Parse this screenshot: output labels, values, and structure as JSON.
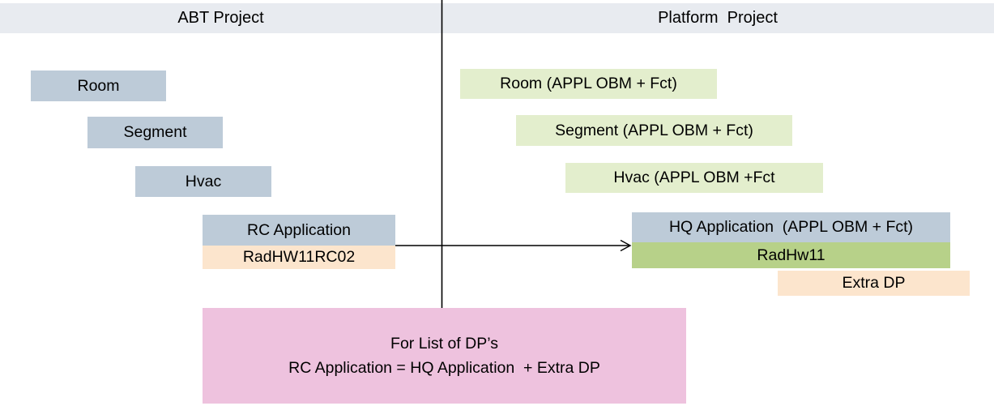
{
  "header": {
    "left_title": "ABT Project",
    "right_title": "Platform  Project"
  },
  "left_column": {
    "boxes": [
      {
        "name": "room",
        "label": "Room",
        "color": "#bdcbd8"
      },
      {
        "name": "segment",
        "label": "Segment",
        "color": "#bdcbd8"
      },
      {
        "name": "hvac",
        "label": "Hvac",
        "color": "#bdcbd8"
      },
      {
        "name": "rc-application",
        "label": "RC Application",
        "color": "#bdcbd8"
      },
      {
        "name": "radhw11rc02",
        "label": "RadHW11RC02",
        "color": "#fce5cd"
      }
    ]
  },
  "right_column": {
    "boxes": [
      {
        "name": "room-appl",
        "label": "Room (APPL OBM + Fct)",
        "color": "#e3eecd"
      },
      {
        "name": "segment-appl",
        "label": "Segment (APPL OBM + Fct)",
        "color": "#e3eecd"
      },
      {
        "name": "hvac-appl",
        "label": "Hvac (APPL OBM +Fct",
        "color": "#e3eecd"
      },
      {
        "name": "hq-application",
        "label": "HQ Application  (APPL OBM + Fct)",
        "color": "#bdcbd8"
      },
      {
        "name": "radhw11",
        "label": "RadHw11",
        "color": "#b7d189"
      },
      {
        "name": "extra-dp",
        "label": "Extra DP",
        "color": "#fce5cd"
      }
    ]
  },
  "note": {
    "line1": "For List of DP’s",
    "line2": "RC Application = HQ Application  + Extra DP",
    "color": "#eec2de"
  },
  "colors": {
    "header_bg": "#e8ebf0",
    "divider_line": "#000000",
    "arrow": "#000000",
    "text": "#000000"
  }
}
